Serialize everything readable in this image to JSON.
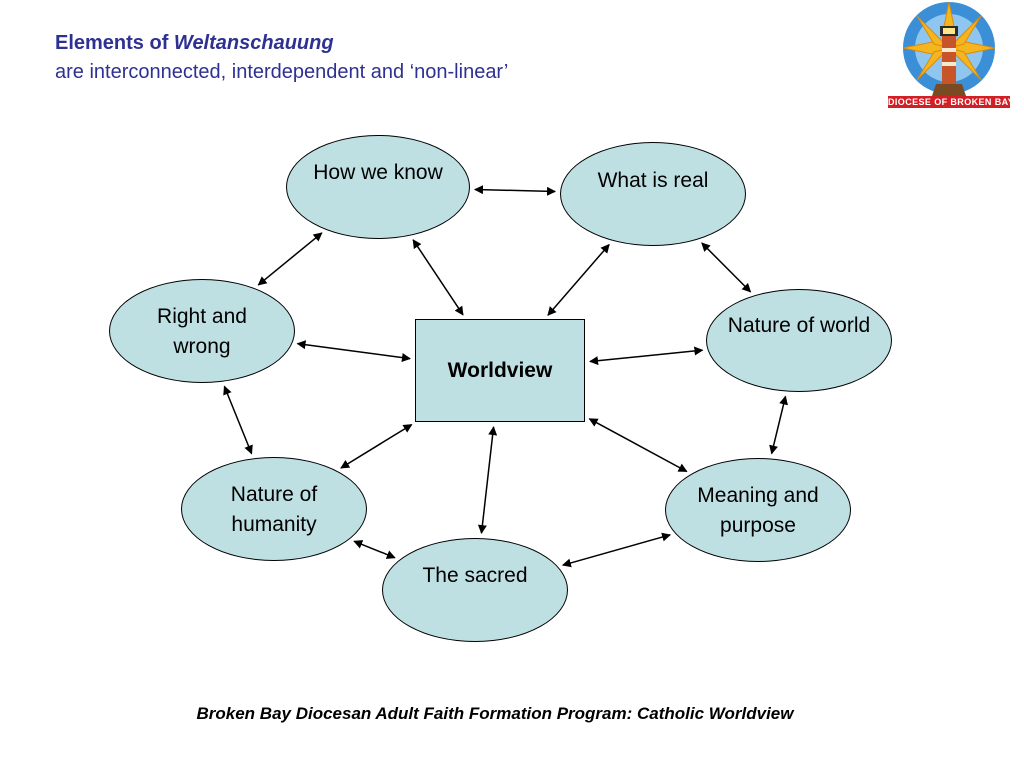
{
  "title": {
    "line1_prefix": "Elements of",
    "line1_emphasis": "Weltanschauung",
    "line2": "are interconnected, interdependent and ‘non-linear’"
  },
  "logo": {
    "banner_text": "DIOCESE OF BROKEN BAY",
    "icon": "lighthouse-star-icon"
  },
  "diagram": {
    "nodes": [
      {
        "id": "how-we-know",
        "label": "How we know"
      },
      {
        "id": "what-is-real",
        "label": "What is real"
      },
      {
        "id": "right-and-wrong",
        "label": "Right and wrong"
      },
      {
        "id": "worldview",
        "label": "Worldview"
      },
      {
        "id": "nature-of-world",
        "label": "Nature of world"
      },
      {
        "id": "nature-of-humanity",
        "label": "Nature of humanity"
      },
      {
        "id": "meaning-and-purpose",
        "label": "Meaning and purpose"
      },
      {
        "id": "the-sacred",
        "label": "The sacred"
      }
    ],
    "edges": [
      {
        "from": "how-we-know",
        "to": "what-is-real",
        "arrow": "both"
      },
      {
        "from": "how-we-know",
        "to": "right-and-wrong",
        "arrow": "both"
      },
      {
        "from": "how-we-know",
        "to": "worldview",
        "arrow": "both"
      },
      {
        "from": "what-is-real",
        "to": "worldview",
        "arrow": "both"
      },
      {
        "from": "what-is-real",
        "to": "nature-of-world",
        "arrow": "both"
      },
      {
        "from": "right-and-wrong",
        "to": "worldview",
        "arrow": "both"
      },
      {
        "from": "worldview",
        "to": "nature-of-world",
        "arrow": "both"
      },
      {
        "from": "right-and-wrong",
        "to": "nature-of-humanity",
        "arrow": "both"
      },
      {
        "from": "worldview",
        "to": "nature-of-humanity",
        "arrow": "both"
      },
      {
        "from": "nature-of-world",
        "to": "meaning-and-purpose",
        "arrow": "both"
      },
      {
        "from": "worldview",
        "to": "meaning-and-purpose",
        "arrow": "both"
      },
      {
        "from": "worldview",
        "to": "the-sacred",
        "arrow": "both"
      },
      {
        "from": "nature-of-humanity",
        "to": "the-sacred",
        "arrow": "both"
      },
      {
        "from": "meaning-and-purpose",
        "to": "the-sacred",
        "arrow": "both"
      }
    ]
  },
  "footer": "Broken Bay Diocesan Adult Faith Formation Program: Catholic Worldview",
  "colors": {
    "title": "#2e3192",
    "node_fill": "#bfe0e3",
    "node_border": "#000000",
    "logo_banner": "#d21f26",
    "logo_sky": "#3b8fd6",
    "logo_star": "#f5b51e"
  }
}
